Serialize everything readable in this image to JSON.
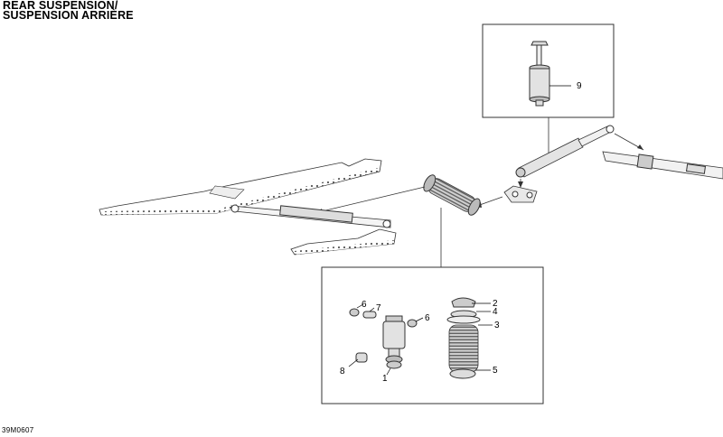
{
  "title": {
    "line1": "REAR SUSPENSION/",
    "line2": "SUSPENSION ARRIÈRE"
  },
  "drawing_code": "39M0607",
  "callouts": [
    "9",
    "6",
    "7",
    "6",
    "8",
    "1",
    "2",
    "4",
    "3",
    "5"
  ]
}
